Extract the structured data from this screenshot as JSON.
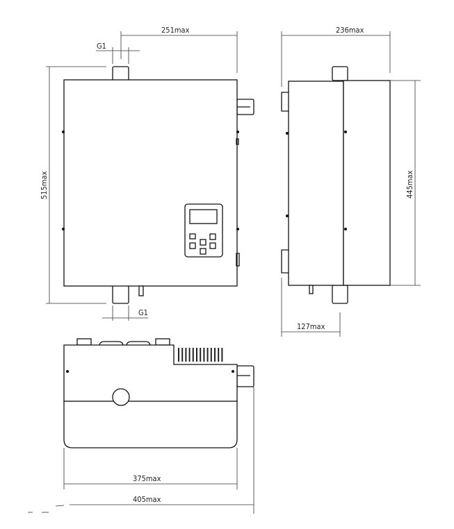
{
  "drawing": {
    "front_view": {
      "width_dim": "251max",
      "height_dim": "515max",
      "top_pipe_thread": "G1",
      "bottom_pipe_thread": "G1"
    },
    "side_view": {
      "depth_dim": "236max",
      "height_dim": "445max",
      "offset_dim": "127max"
    },
    "top_view": {
      "body_width_dim": "375max",
      "overall_width_dim": "405max"
    }
  }
}
